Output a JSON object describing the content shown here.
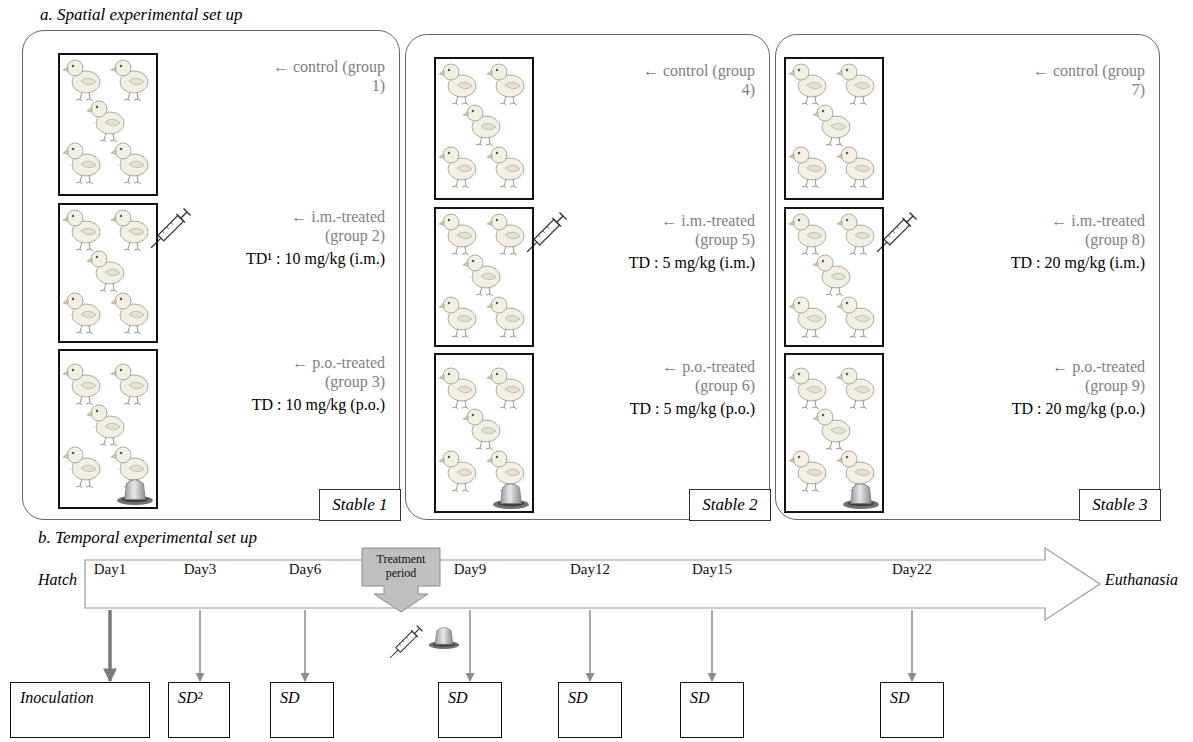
{
  "diagram": {
    "nodes": [
      {
        "text": [
          "Stable 1"
        ]
      },
      {
        "text": [
          "← control (group 1)"
        ],
        "in": 0
      },
      {
        "text": [
          "← i.m.-treated (group 2)",
          "TD¹ : 10 mg/kg (i.m.)"
        ],
        "in": 0
      },
      {
        "text": [
          "← p.o.-treated (group 3)",
          "TD : 10 mg/kg (p.o.)"
        ],
        "in": 0
      },
      {
        "text": [
          "Stable 2"
        ]
      },
      {
        "text": [
          "← control (group 4)"
        ],
        "in": 4
      },
      {
        "text": [
          "← i.m.-treated (group 5)",
          "TD : 5 mg/kg (i.m.)"
        ],
        "in": 4
      },
      {
        "text": [
          "← p.o.-treated (group 6)",
          "TD : 5 mg/kg (p.o.)"
        ],
        "in": 4
      },
      {
        "text": [
          "Stable 3"
        ]
      },
      {
        "text": [
          "← control (group 7)"
        ],
        "in": 8
      },
      {
        "text": [
          "← i.m.-treated (group 8)",
          "TD : 20 mg/kg (i.m.)"
        ],
        "in": 8
      },
      {
        "text": [
          "← p.o.-treated (group 9)",
          "TD : 20 mg/kg (p.o.)"
        ],
        "in": 8
      },
      {
        "text": [
          "Day1",
          "Day3",
          "Day6",
          "Day9",
          "Day12",
          "Day15",
          "Day22"
        ]
      },
      {
        "text": [
          "Treatment period"
        ]
      },
      {
        "text": [
          "Inoculation"
        ]
      },
      {
        "text": [
          "SD²"
        ]
      },
      {
        "text": [
          "SD"
        ]
      },
      {
        "text": [
          "SD"
        ]
      },
      {
        "text": [
          "SD"
        ]
      },
      {
        "text": [
          "SD"
        ]
      },
      {
        "text": [
          "SD"
        ]
      }
    ],
    "edges": [
      {
        "from": 12,
        "to": 14,
        "arrow": "to"
      },
      {
        "from": 12,
        "to": 15,
        "arrow": "to"
      },
      {
        "from": 12,
        "to": 16,
        "arrow": "to"
      },
      {
        "from": 12,
        "to": 17,
        "arrow": "to"
      },
      {
        "from": 12,
        "to": 18,
        "arrow": "to"
      },
      {
        "from": 12,
        "to": 19,
        "arrow": "to"
      },
      {
        "from": 12,
        "to": 20,
        "arrow": "to"
      }
    ],
    "labels": [
      "a.  Spatial experimental set up",
      "b.  Temporal experimental set up",
      "Hatch",
      "Euthanasia"
    ]
  }
}
